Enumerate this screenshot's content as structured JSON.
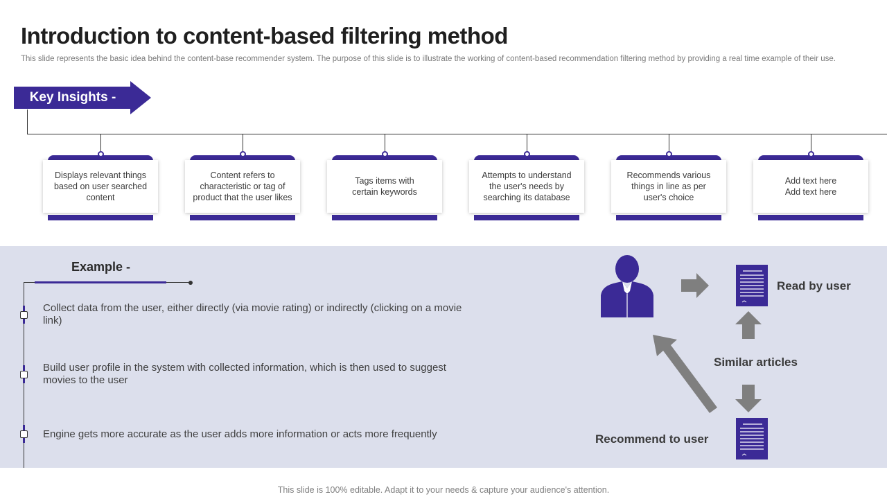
{
  "header": {
    "title": "Introduction to content-based filtering method",
    "subtitle": "This slide represents the basic idea behind the content-base recommender system. The purpose of this slide is to illustrate the working of content-based recommendation filtering method by providing a real time example of their use."
  },
  "key_insights": {
    "label": "Key Insights -",
    "cards": [
      {
        "text": "Displays relevant things based on user searched content"
      },
      {
        "text": "Content refers to characteristic or tag of product that the user likes"
      },
      {
        "text": "Tags items with certain keywords"
      },
      {
        "text": "Attempts to understand the user's needs by searching its database"
      },
      {
        "text": "Recommends various things in line as per user's choice"
      },
      {
        "text": "Add text here Add text here"
      }
    ]
  },
  "example": {
    "title": "Example -",
    "items": [
      {
        "text": "Collect data from the user, either directly (via movie rating) or indirectly (clicking on a movie link)"
      },
      {
        "text": "Build user profile in the system with collected information, which is then used to suggest movies to the user"
      },
      {
        "text": "Engine gets more accurate as the user adds more information or acts more frequently"
      }
    ]
  },
  "diagram": {
    "read_label": "Read by user",
    "similar_label": "Similar articles",
    "recommend_label": "Recommend to user",
    "icons": [
      "user-icon",
      "document-icon",
      "arrow-icon"
    ]
  },
  "footer": {
    "text": "This slide is 100% editable. Adapt it to your needs & capture your audience's attention."
  },
  "colors": {
    "accent": "#3b2a96",
    "panel": "#dcdfec",
    "arrow_gray": "#7f7f7f"
  }
}
